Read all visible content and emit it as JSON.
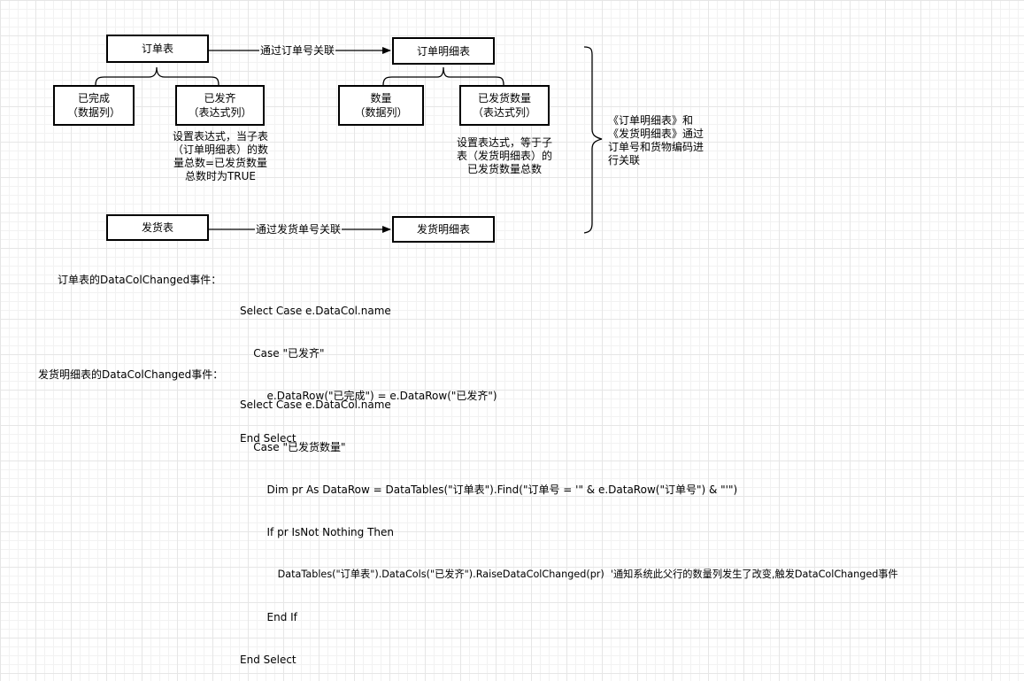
{
  "diagram": {
    "nodes": {
      "order": "订单表",
      "order_detail": "订单明细表",
      "shipment": "发货表",
      "shipment_detail": "发货明细表",
      "completed": [
        "已完成",
        "（数据列）"
      ],
      "shipped_all": [
        "已发齐",
        "（表达式列）"
      ],
      "quantity": [
        "数量",
        "（数据列）"
      ],
      "shipped_qty": [
        "已发货数量",
        "（表达式列）"
      ]
    },
    "edges": {
      "order_link": "通过订单号关联",
      "shipment_link": "通过发货单号关联"
    },
    "notes": {
      "shipped_all_expr": [
        "设置表达式，当子表",
        "（订单明细表）的数",
        "量总数=已发货数量",
        "总数时为TRUE"
      ],
      "shipped_qty_expr": [
        "设置表达式，等于子",
        "表（发货明细表）的",
        "已发货数量总数"
      ],
      "detail_link": [
        "《订单明细表》和",
        "《发货明细表》通过",
        "订单号和货物编码进",
        "行关联"
      ]
    }
  },
  "code_blocks": [
    {
      "title": "订单表的DataColChanged事件：",
      "lines": [
        "Select Case e.DataCol.name",
        "    Case \"已发齐\"",
        "        e.DataRow(\"已完成\") = e.DataRow(\"已发齐\")",
        "End Select"
      ]
    },
    {
      "title": "发货明细表的DataColChanged事件：",
      "lines": [
        "Select Case e.DataCol.name",
        "    Case \"已发货数量\"",
        "        Dim pr As DataRow = DataTables(\"订单表\").Find(\"订单号 = '\" & e.DataRow(\"订单号\") & \"'\")",
        "        If pr IsNot Nothing Then",
        "            DataTables(\"订单表\").DataCols(\"已发齐\").RaiseDataColChanged(pr)  '通知系统此父行的数量列发生了改变,触发DataColChanged事件",
        "        End If",
        "End Select"
      ]
    }
  ]
}
